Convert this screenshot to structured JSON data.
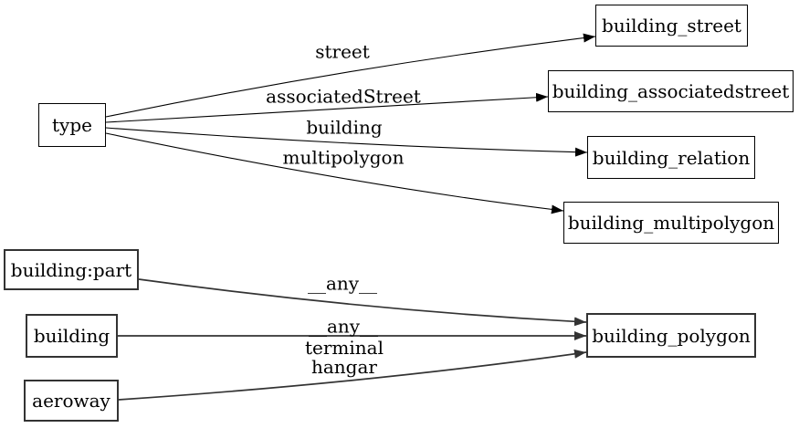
{
  "diagram_type": "directed-graph",
  "colors": {
    "background": "#ffffff",
    "top_stroke": "#000000",
    "bottom_stroke": "#333333",
    "text": "#000000",
    "node_fill": "#ffffff"
  },
  "nodes": [
    {
      "id": "type",
      "label": "type"
    },
    {
      "id": "building_street",
      "label": "building_street"
    },
    {
      "id": "building_associatedstreet",
      "label": "building_associatedstreet"
    },
    {
      "id": "building_relation",
      "label": "building_relation"
    },
    {
      "id": "building_multipolygon",
      "label": "building_multipolygon"
    },
    {
      "id": "building:part",
      "label": "building:part"
    },
    {
      "id": "building",
      "label": "building"
    },
    {
      "id": "aeroway",
      "label": "aeroway"
    },
    {
      "id": "building_polygon",
      "label": "building_polygon"
    }
  ],
  "edges": [
    {
      "from": "type",
      "to": "building_street",
      "label": "street"
    },
    {
      "from": "type",
      "to": "building_associatedstreet",
      "label": "associatedStreet"
    },
    {
      "from": "type",
      "to": "building_relation",
      "label": "building"
    },
    {
      "from": "type",
      "to": "building_multipolygon",
      "label": "multipolygon"
    },
    {
      "from": "building:part",
      "to": "building_polygon",
      "label": "__any__"
    },
    {
      "from": "building",
      "to": "building_polygon",
      "label": "__any__"
    },
    {
      "from": "aeroway",
      "to": "building_polygon",
      "label": "terminal hangar",
      "label_lines": [
        "terminal",
        "hangar"
      ]
    }
  ]
}
